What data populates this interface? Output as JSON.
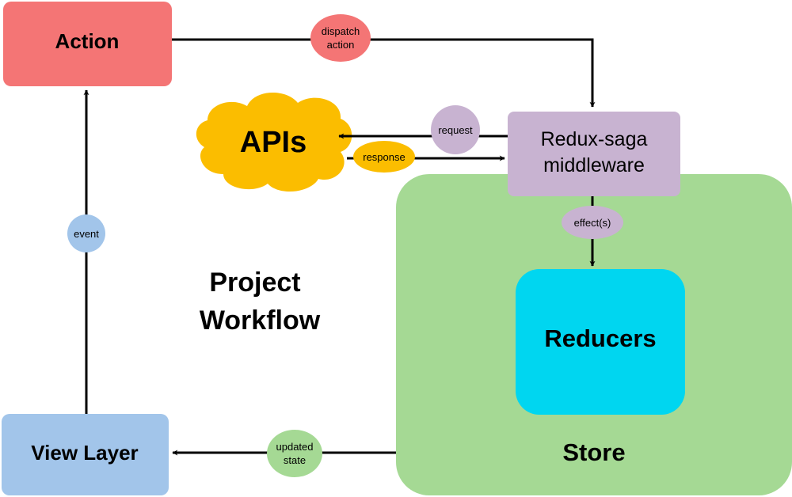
{
  "title": [
    "Project",
    "Workflow"
  ],
  "nodes": {
    "action": {
      "label": "Action",
      "color": "#f47575"
    },
    "apis": {
      "label": "APIs",
      "color": "#fbbd00"
    },
    "middleware": {
      "label": [
        "Redux-saga",
        "middleware"
      ],
      "color": "#c8b3d1"
    },
    "store": {
      "label": "Store",
      "color": "#a5d994"
    },
    "reducers": {
      "label": "Reducers",
      "color": "#00d6f0"
    },
    "view_layer": {
      "label": "View Layer",
      "color": "#a2c5ea"
    }
  },
  "edge_labels": {
    "dispatch_action": [
      "dispatch",
      "action"
    ],
    "request": "request",
    "response": "response",
    "effects": "effect(s)",
    "event": "event",
    "updated_state": [
      "updated",
      "state"
    ]
  }
}
